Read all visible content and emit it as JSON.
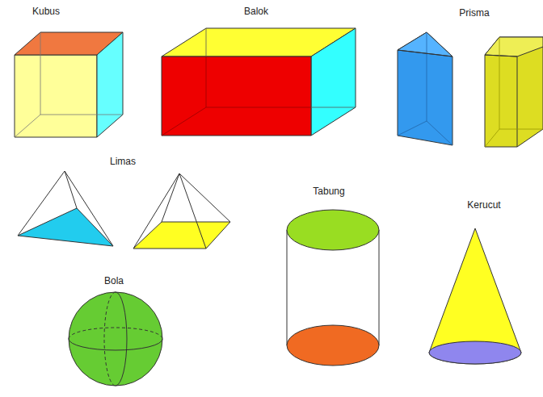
{
  "diagram": {
    "labels": [
      "Kubus",
      "Balok",
      "Prisma",
      "Limas",
      "Tabung",
      "Kerucut",
      "Bola"
    ]
  }
}
